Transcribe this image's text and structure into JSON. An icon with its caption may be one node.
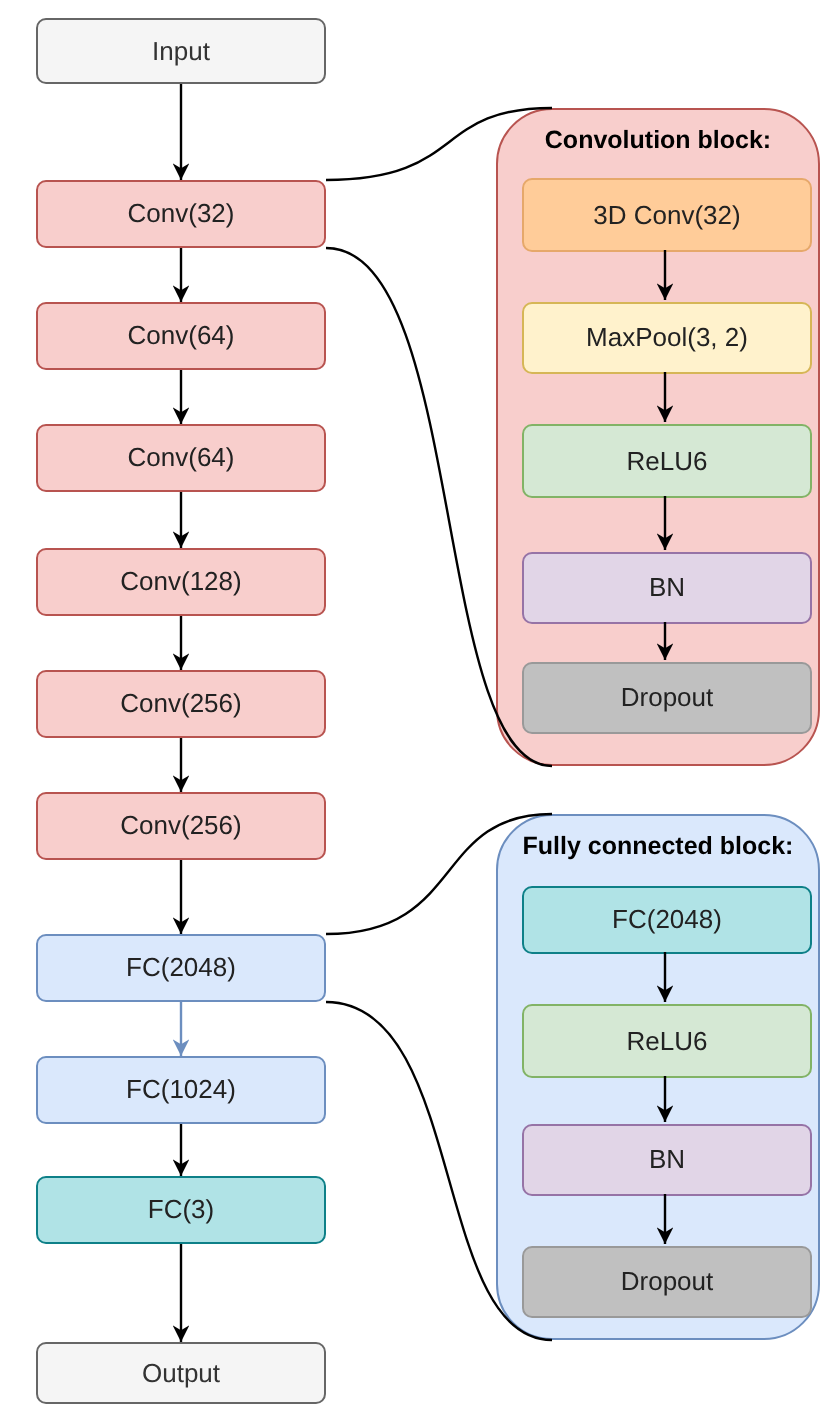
{
  "diagram": {
    "nodes": [
      {
        "text": [
          "Input"
        ]
      },
      {
        "text": [
          "Conv(32)"
        ]
      },
      {
        "text": [
          "Conv(64)"
        ]
      },
      {
        "text": [
          "Conv(64)"
        ]
      },
      {
        "text": [
          "Conv(128)"
        ]
      },
      {
        "text": [
          "Conv(256)"
        ]
      },
      {
        "text": [
          "Conv(256)"
        ]
      },
      {
        "text": [
          "FC(2048)"
        ]
      },
      {
        "text": [
          "FC(1024)"
        ]
      },
      {
        "text": [
          "FC(3)"
        ]
      },
      {
        "text": [
          "Output"
        ]
      },
      {
        "text": [
          "Convolution block:"
        ]
      },
      {
        "text": [
          "3D Conv(32)"
        ],
        "in": 11
      },
      {
        "text": [
          "MaxPool(3, 2)"
        ],
        "in": 11
      },
      {
        "text": [
          "ReLU6"
        ],
        "in": 11
      },
      {
        "text": [
          "BN"
        ],
        "in": 11
      },
      {
        "text": [
          "Dropout"
        ],
        "in": 11
      },
      {
        "text": [
          "Fully connected block:"
        ]
      },
      {
        "text": [
          "FC(2048)"
        ],
        "in": 17
      },
      {
        "text": [
          "ReLU6"
        ],
        "in": 17
      },
      {
        "text": [
          "BN"
        ],
        "in": 17
      },
      {
        "text": [
          "Dropout"
        ],
        "in": 17
      }
    ],
    "edges": [
      {
        "from": 0,
        "to": 1,
        "arrow": "to"
      },
      {
        "from": 1,
        "to": 2,
        "arrow": "to"
      },
      {
        "from": 2,
        "to": 3,
        "arrow": "to"
      },
      {
        "from": 3,
        "to": 4,
        "arrow": "to"
      },
      {
        "from": 4,
        "to": 5,
        "arrow": "to"
      },
      {
        "from": 5,
        "to": 6,
        "arrow": "to"
      },
      {
        "from": 6,
        "to": 7,
        "arrow": "to"
      },
      {
        "from": 7,
        "to": 8,
        "arrow": "to",
        "color": "#6c8ebf"
      },
      {
        "from": 8,
        "to": 9,
        "arrow": "to"
      },
      {
        "from": 9,
        "to": 10,
        "arrow": "to"
      },
      {
        "from": 1,
        "to": 11,
        "arrow": "none"
      },
      {
        "from": 1,
        "to": 11,
        "arrow": "none"
      },
      {
        "from": 12,
        "to": 13,
        "arrow": "to"
      },
      {
        "from": 13,
        "to": 14,
        "arrow": "to"
      },
      {
        "from": 14,
        "to": 15,
        "arrow": "to"
      },
      {
        "from": 15,
        "to": 16,
        "arrow": "to"
      },
      {
        "from": 7,
        "to": 17,
        "arrow": "none"
      },
      {
        "from": 7,
        "to": 17,
        "arrow": "none"
      },
      {
        "from": 18,
        "to": 19,
        "arrow": "to"
      },
      {
        "from": 19,
        "to": 20,
        "arrow": "to"
      },
      {
        "from": 20,
        "to": 21,
        "arrow": "to"
      }
    ]
  }
}
